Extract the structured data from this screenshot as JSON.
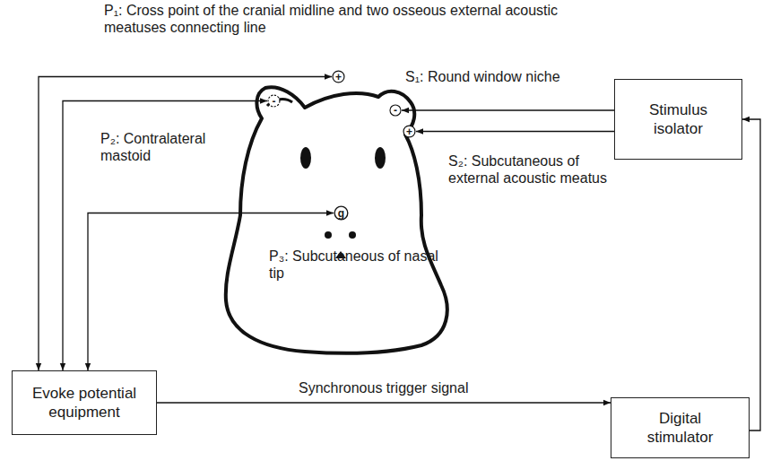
{
  "diagram": {
    "nodes": [
      {
        "text": [
          "+"
        ]
      },
      {
        "text": [
          "-"
        ]
      },
      {
        "text": [
          "-"
        ]
      },
      {
        "text": [
          "+"
        ]
      },
      {
        "text": [
          "g"
        ]
      },
      {
        "text": [
          "Stimulus isolator"
        ]
      },
      {
        "text": [
          "Evoke potential equipment"
        ]
      },
      {
        "text": [
          "Digital stimulator"
        ]
      }
    ],
    "edges": [
      {
        "from": 6,
        "to": 0,
        "arrow": "both"
      },
      {
        "from": 6,
        "to": 1,
        "arrow": "both"
      },
      {
        "from": 6,
        "to": 4,
        "arrow": "both"
      },
      {
        "from": 5,
        "to": 2,
        "arrow": "to"
      },
      {
        "from": 5,
        "to": 3,
        "arrow": "to"
      },
      {
        "from": 6,
        "to": 7,
        "label": "Synchronous trigger signal",
        "arrow": "to"
      },
      {
        "from": 7,
        "to": 5,
        "arrow": "to"
      }
    ],
    "labels": [
      "P₁: Cross point of the cranial midline and two osseous external acoustic meatuses connecting line",
      "P₂: Contralateral mastoid",
      "S₁: Round window niche",
      "S₂: Subcutaneous of external acoustic meatus",
      "P₃: Subcutaneous of nasal tip"
    ]
  }
}
